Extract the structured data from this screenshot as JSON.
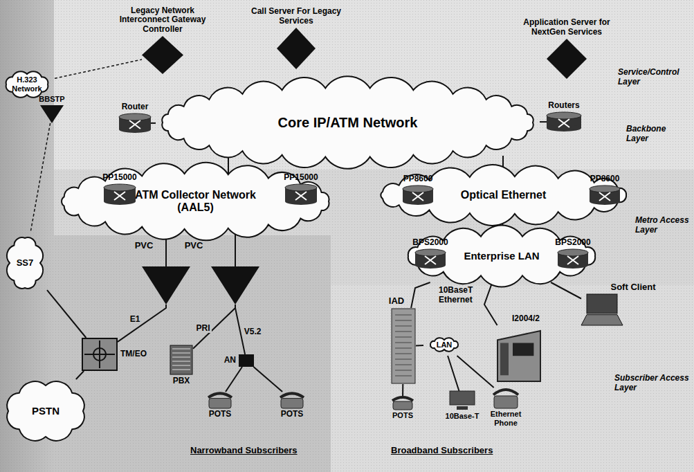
{
  "diagram": {
    "nodes": [
      {
        "text": [
          "Legacy Network Interconnect Gateway Controller"
        ]
      },
      {
        "text": [
          "Call Server For Legacy Services"
        ]
      },
      {
        "text": [
          "Application Server for NextGen Services"
        ]
      },
      {
        "text": [
          "H.323 Network"
        ]
      },
      {
        "text": [
          "BBSTP"
        ]
      },
      {
        "text": [
          "Router"
        ]
      },
      {
        "text": [
          "Core IP/ATM Network"
        ]
      },
      {
        "text": [
          "Routers"
        ]
      },
      {
        "text": [
          "ATM Collector Network",
          "(AAL5)"
        ]
      },
      {
        "text": [
          "PP15000"
        ],
        "in": 8
      },
      {
        "text": [
          "PP15000"
        ],
        "in": 8
      },
      {
        "text": [
          "Optical Ethernet"
        ]
      },
      {
        "text": [
          "PP8600"
        ],
        "in": 11
      },
      {
        "text": [
          "PP8600"
        ],
        "in": 11
      },
      {
        "text": [
          "SS7"
        ]
      },
      {
        "text": [
          "Enterprise LAN"
        ]
      },
      {
        "text": [
          "BPS2000"
        ],
        "in": 15
      },
      {
        "text": [
          "BPS2000"
        ],
        "in": 15
      },
      {
        "text": [
          "PVC"
        ]
      },
      {
        "text": [
          "PVC"
        ]
      },
      {
        "text": [
          "TM/EO"
        ]
      },
      {
        "text": [
          "PBX"
        ]
      },
      {
        "text": [
          "AN"
        ]
      },
      {
        "text": [
          "POTS"
        ]
      },
      {
        "text": [
          "POTS"
        ]
      },
      {
        "text": [
          "PSTN"
        ]
      },
      {
        "text": [
          "Soft Client"
        ]
      },
      {
        "text": [
          "IAD"
        ]
      },
      {
        "text": [
          "I2004/2"
        ]
      },
      {
        "text": [
          "LAN"
        ]
      },
      {
        "text": [
          "POTS"
        ]
      },
      {
        "text": [
          "10Base-T"
        ]
      },
      {
        "text": [
          "Ethernet Phone"
        ]
      }
    ],
    "edges": [
      {
        "from": 3,
        "to": 0,
        "arrow": "none"
      },
      {
        "from": 4,
        "to": 14,
        "arrow": "none"
      },
      {
        "from": 5,
        "to": 6,
        "arrow": "none"
      },
      {
        "from": 7,
        "to": 6,
        "arrow": "none"
      },
      {
        "from": 6,
        "to": 8,
        "arrow": "none"
      },
      {
        "from": 6,
        "to": 11,
        "arrow": "none"
      },
      {
        "from": 11,
        "to": 15,
        "arrow": "none"
      },
      {
        "from": 8,
        "to": 18,
        "arrow": "none"
      },
      {
        "from": 8,
        "to": 19,
        "arrow": "none"
      },
      {
        "from": 18,
        "to": 20,
        "label": "E1",
        "arrow": "none"
      },
      {
        "from": 19,
        "to": 21,
        "label": "PRI",
        "arrow": "none"
      },
      {
        "from": 19,
        "to": 22,
        "label": "V5.2",
        "arrow": "none"
      },
      {
        "from": 22,
        "to": 23,
        "arrow": "none"
      },
      {
        "from": 22,
        "to": 24,
        "arrow": "none"
      },
      {
        "from": 20,
        "to": 25,
        "arrow": "none"
      },
      {
        "from": 14,
        "to": 20,
        "arrow": "none"
      },
      {
        "from": 15,
        "to": 27,
        "arrow": "none"
      },
      {
        "from": 15,
        "to": 28,
        "arrow": "none"
      },
      {
        "from": 15,
        "to": 26,
        "arrow": "none"
      },
      {
        "from": 27,
        "to": 29,
        "arrow": "none"
      },
      {
        "from": 29,
        "to": 31,
        "arrow": "none"
      },
      {
        "from": 29,
        "to": 32,
        "arrow": "none"
      },
      {
        "from": 27,
        "to": 30,
        "arrow": "none"
      }
    ],
    "labels": [
      "Service/Control Layer",
      "Backbone Layer",
      "Metro Access Layer",
      "10BaseT Ethernet",
      "Subscriber Access Layer",
      "Narrowband Subscribers",
      "Broadband Subscribers"
    ]
  }
}
